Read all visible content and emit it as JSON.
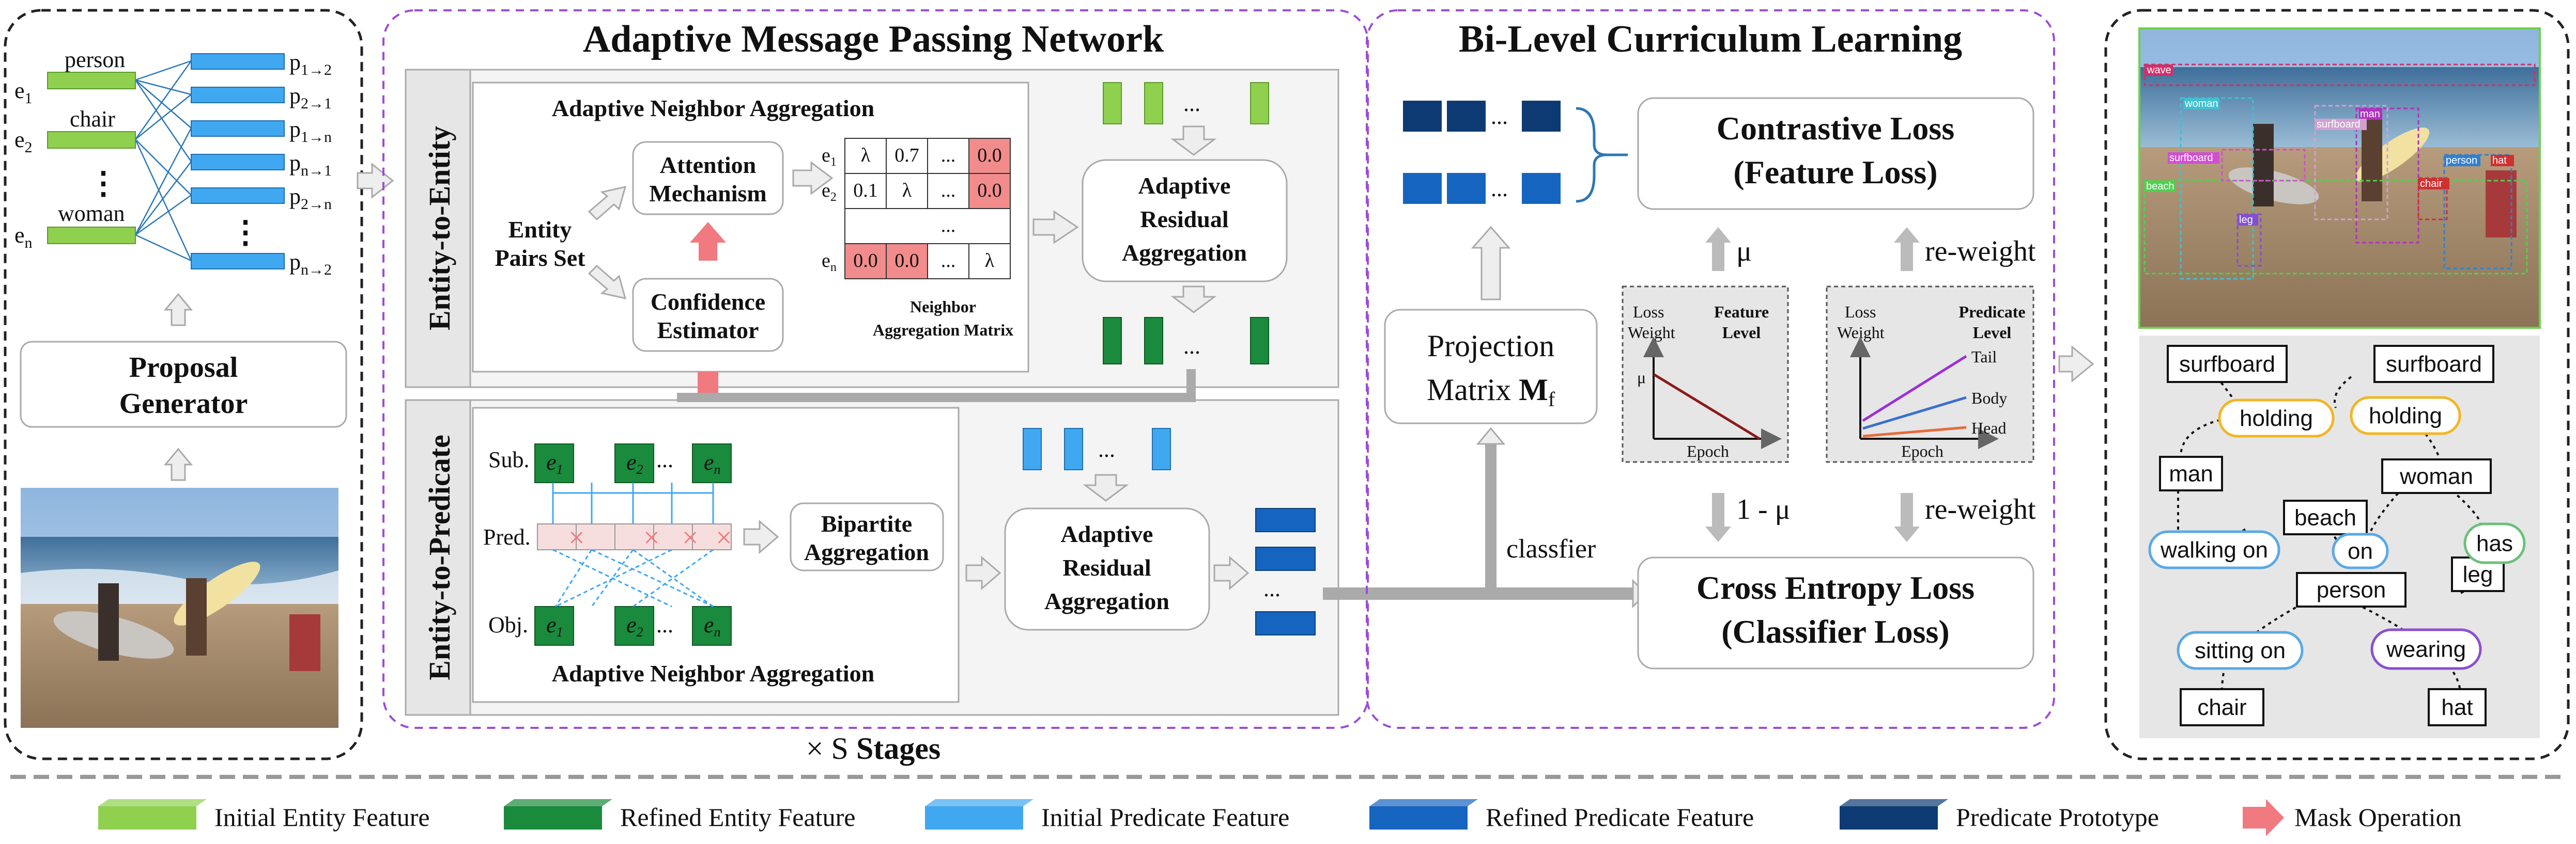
{
  "colors": {
    "initial_entity": "#8fd14f",
    "refined_entity": "#1a8a3c",
    "initial_predicate": "#3fa8f0",
    "refined_predicate": "#1565c0",
    "prototype": "#0d3a73",
    "mask": "#f07a80",
    "purple_border": "#9b4dd6",
    "matrix_red": "#f28c8c"
  },
  "left": {
    "entity_labels": [
      "person",
      "chair",
      "woman"
    ],
    "entity_vars": [
      "e1",
      "e2",
      "en"
    ],
    "predicate_vars": [
      "p1→2",
      "p2→1",
      "p1→n",
      "pn→1",
      "p2→n",
      "pn→2"
    ],
    "proposal_line1": "Proposal",
    "proposal_line2": "Generator"
  },
  "ampn": {
    "title": "Adaptive Message Passing Network",
    "e2e_label": "Entity-to-Entity",
    "e2p_label": "Entity-to-Predicate",
    "ana_title": "Adaptive Neighbor Aggregation",
    "entity_pairs_line1": "Entity",
    "entity_pairs_line2": "Pairs Set",
    "attention_line1": "Attention",
    "attention_line2": "Mechanism",
    "confidence_line1": "Confidence",
    "confidence_line2": "Estimator",
    "matrix_rows": [
      [
        "λ",
        "0.7",
        "...",
        "0.0"
      ],
      [
        "0.1",
        "λ",
        "...",
        "0.0"
      ],
      [
        "",
        "",
        "...",
        ""
      ],
      [
        "0.0",
        "0.0",
        "...",
        "λ"
      ]
    ],
    "matrix_row_labels": [
      "e1",
      "e2",
      "",
      "en"
    ],
    "matrix_caption_line1": "Neighbor",
    "matrix_caption_line2": "Aggregation Matrix",
    "residual_line1": "Adaptive",
    "residual_line2": "Residual",
    "residual_line3": "Aggregation",
    "sub_label": "Sub.",
    "pred_label": "Pred.",
    "obj_label": "Obj.",
    "bipartite_line1": "Bipartite",
    "bipartite_line2": "Aggregation",
    "ana_title_bottom": "Adaptive Neighbor Aggregation",
    "stages_prefix": "× S",
    "stages_word": "Stages"
  },
  "bcl": {
    "title": "Bi-Level Curriculum Learning",
    "projection_line1": "Projection",
    "projection_line2": "Matrix",
    "projection_sym": "M",
    "projection_sub": "f",
    "contrastive_line1": "Contrastive Loss",
    "contrastive_line2": "(Feature Loss)",
    "crossentropy_line1": "Cross Entropy Loss",
    "crossentropy_line2": "(Classifier Loss)",
    "mu": "μ",
    "one_minus_mu": "1 - μ",
    "reweight": "re-weight",
    "classfier": "classfier",
    "feature_chart": {
      "ylabel_line1": "Loss",
      "ylabel_line2": "Weight",
      "title_line1": "Feature",
      "title_line2": "Level",
      "xlabel": "Epoch",
      "mu": "μ"
    },
    "predicate_chart": {
      "ylabel_line1": "Loss",
      "ylabel_line2": "Weight",
      "title_line1": "Predicate",
      "title_line2": "Level",
      "xlabel": "Epoch",
      "series": [
        "Tail",
        "Body",
        "Head"
      ]
    }
  },
  "image_labels": [
    "wave",
    "woman",
    "man",
    "surfboard",
    "surfboard",
    "beach",
    "leg",
    "person",
    "hat",
    "chair"
  ],
  "scene_graph": {
    "nodes": [
      "surfboard",
      "surfboard",
      "man",
      "woman",
      "beach",
      "leg",
      "person",
      "chair",
      "hat"
    ],
    "relations": [
      "holding",
      "holding",
      "walking on",
      "on",
      "has",
      "sitting on",
      "wearing"
    ]
  },
  "legend": [
    "Initial Entity Feature",
    "Refined Entity Feature",
    "Initial Predicate Feature",
    "Refined Predicate Feature",
    "Predicate Prototype",
    "Mask Operation"
  ],
  "dots": "...",
  "vdots": "⋮"
}
